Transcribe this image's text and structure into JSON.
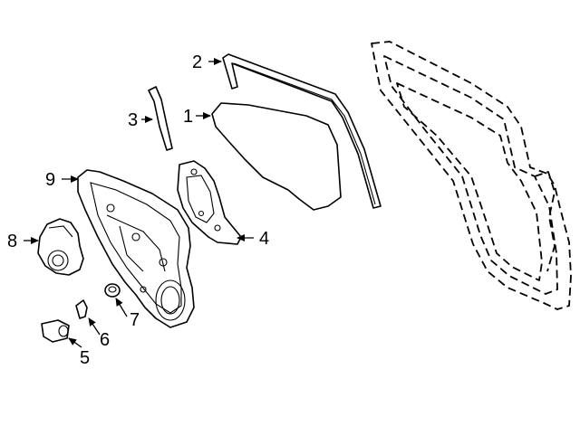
{
  "diagram": {
    "type": "exploded parts diagram",
    "subject": "rear door glass and window regulator",
    "callouts": [
      {
        "number": "1",
        "part": "door glass"
      },
      {
        "number": "2",
        "part": "glass run channel"
      },
      {
        "number": "3",
        "part": "rear run channel"
      },
      {
        "number": "4",
        "part": "window regulator bracket"
      },
      {
        "number": "5",
        "part": "bolt"
      },
      {
        "number": "6",
        "part": "clip"
      },
      {
        "number": "7",
        "part": "plug"
      },
      {
        "number": "8",
        "part": "window motor"
      },
      {
        "number": "9",
        "part": "regulator carrier plate"
      }
    ],
    "colors": {
      "line": "#000000",
      "background": "#ffffff"
    }
  }
}
